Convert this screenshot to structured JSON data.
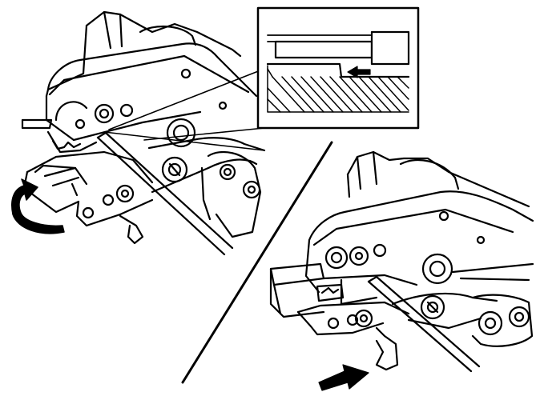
{
  "figure": {
    "description_free": true,
    "colors": {
      "ink": "#000000",
      "paper": "#ffffff"
    },
    "panels": [
      {
        "id": "left",
        "icons": [
          "crimp-tool-icon",
          "rotate-arrow-icon",
          "screwdriver-icon"
        ]
      },
      {
        "id": "inset",
        "icons": [
          "ratchet-detail-icon",
          "left-arrow-icon"
        ]
      },
      {
        "id": "right",
        "icons": [
          "crimp-tool-icon",
          "push-arrow-icon",
          "screwdriver-icon"
        ]
      }
    ]
  }
}
